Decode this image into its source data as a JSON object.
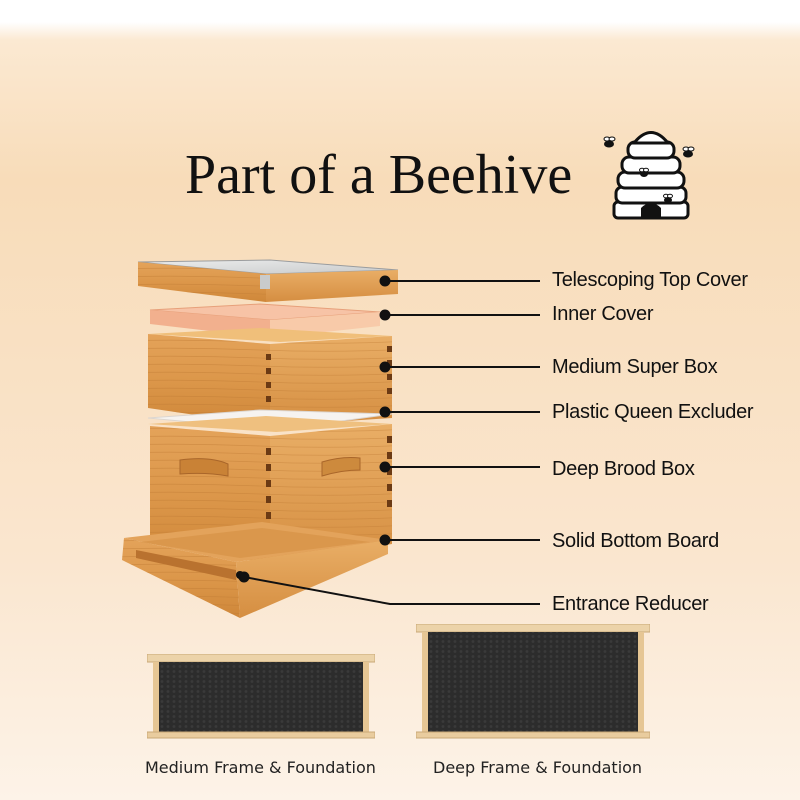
{
  "diagram": {
    "title": "Part of a Beehive",
    "parts": [
      {
        "id": "telescoping-top-cover",
        "label": "Telescoping Top Cover"
      },
      {
        "id": "inner-cover",
        "label": "Inner Cover"
      },
      {
        "id": "medium-super-box",
        "label": "Medium Super Box"
      },
      {
        "id": "plastic-queen-excluder",
        "label": "Plastic Queen Excluder"
      },
      {
        "id": "deep-brood-box",
        "label": "Deep Brood Box"
      },
      {
        "id": "solid-bottom-board",
        "label": "Solid Bottom Board"
      },
      {
        "id": "entrance-reducer",
        "label": "Entrance Reducer"
      }
    ],
    "frames": [
      {
        "id": "medium-frame",
        "caption": "Medium Frame & Foundation"
      },
      {
        "id": "deep-frame",
        "caption": "Deep Frame & Foundation"
      }
    ]
  },
  "icons": {
    "title_icon": "beehive-skep-icon"
  },
  "colors": {
    "wood_light": "#e8a75c",
    "wood_mid": "#d98f3f",
    "wood_dark": "#b4692b",
    "metal_cover": "#d9dadb",
    "inner_cover": "#f6b79a",
    "excluder": "#f4f1ee",
    "foundation": "#2b2b2b",
    "frame_wood": "#ecd3a9",
    "text": "#111111"
  }
}
